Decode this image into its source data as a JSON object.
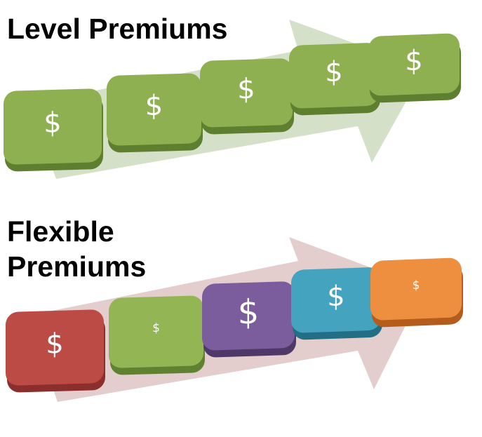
{
  "sections": [
    {
      "title": "Level Premiums",
      "arrow_color": "#d5e0c9",
      "tiles": [
        {
          "label": "$",
          "color": "#8fb050",
          "side": "#5e7f2f",
          "size": "large"
        },
        {
          "label": "$",
          "color": "#8fb050",
          "side": "#5e7f2f",
          "size": "large"
        },
        {
          "label": "$",
          "color": "#8fb050",
          "side": "#5e7f2f",
          "size": "large"
        },
        {
          "label": "$",
          "color": "#8fb050",
          "side": "#5e7f2f",
          "size": "large"
        },
        {
          "label": "$",
          "color": "#8fb050",
          "side": "#5e7f2f",
          "size": "large"
        }
      ]
    },
    {
      "title_line1": "Flexible",
      "title_line2": "Premiums",
      "arrow_color": "#e3cdcd",
      "tiles": [
        {
          "label": "$",
          "color": "#bc4b46",
          "side": "#8a2f2c",
          "size": "large"
        },
        {
          "label": "$",
          "color": "#93b553",
          "side": "#5f8130",
          "size": "small"
        },
        {
          "label": "$",
          "color": "#7b5c9c",
          "side": "#4d3868",
          "size": "xlarge"
        },
        {
          "label": "$",
          "color": "#44a3be",
          "side": "#226e85",
          "size": "large"
        },
        {
          "label": "$",
          "color": "#ee8e3f",
          "side": "#b35c1c",
          "size": "small"
        }
      ]
    }
  ]
}
